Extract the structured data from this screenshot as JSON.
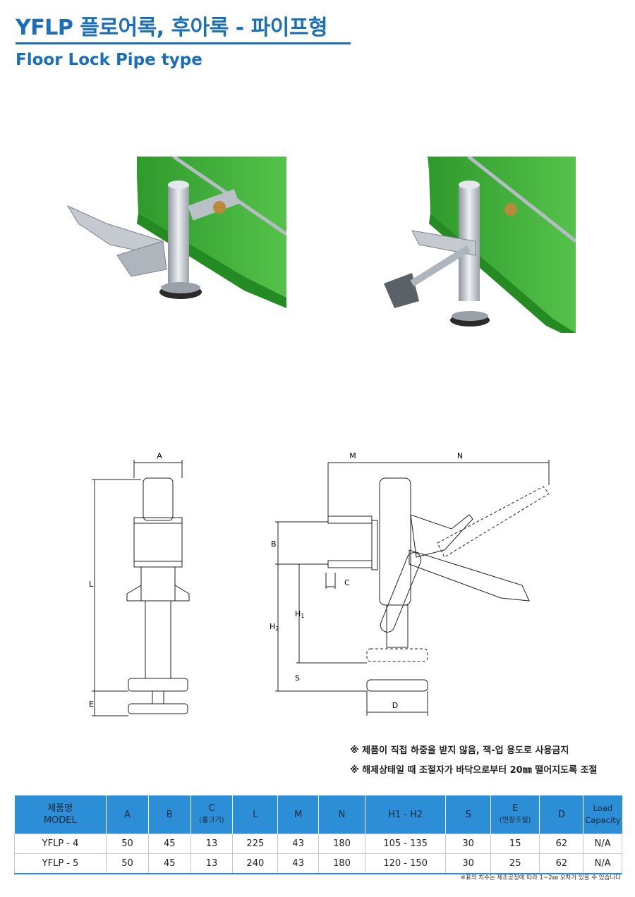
{
  "header": {
    "title": "YFLP 플로어록, 후아록 - 파이프형",
    "subtitle": "Floor Lock Pipe type"
  },
  "drawing": {
    "labels": {
      "A": "A",
      "L": "L",
      "E": "E",
      "M": "M",
      "N": "N",
      "B": "B",
      "C": "C",
      "H1": "H",
      "H1_sub": "1",
      "H2": "H",
      "H2_sub": "2",
      "S": "S",
      "D": "D"
    }
  },
  "notes": [
    "※ 제품이 직접 하중을 받지 않음, 잭-업 용도로 사용금지",
    "※ 해제상태일 때 조절자가 바닥으로부터 20㎜ 떨어지도록 조절"
  ],
  "table": {
    "headers": [
      {
        "main": "제품명",
        "sub": "MODEL"
      },
      {
        "main": "A",
        "sub": ""
      },
      {
        "main": "B",
        "sub": ""
      },
      {
        "main": "C",
        "sub": "(홀크기)"
      },
      {
        "main": "L",
        "sub": ""
      },
      {
        "main": "M",
        "sub": ""
      },
      {
        "main": "N",
        "sub": ""
      },
      {
        "main": "H1 - H2",
        "sub": ""
      },
      {
        "main": "S",
        "sub": ""
      },
      {
        "main": "E",
        "sub": "(연장조절)"
      },
      {
        "main": "D",
        "sub": ""
      },
      {
        "main": "Load Capacity",
        "sub": ""
      }
    ],
    "rows": [
      [
        "YFLP - 4",
        "50",
        "45",
        "13",
        "225",
        "43",
        "180",
        "105 - 135",
        "30",
        "15",
        "62",
        "N/A"
      ],
      [
        "YFLP - 5",
        "50",
        "45",
        "13",
        "240",
        "43",
        "180",
        "120 - 150",
        "30",
        "25",
        "62",
        "N/A"
      ]
    ]
  },
  "footnote": "※표의 치수는 제조공정에 따라 1~2㎜ 오차가 있을 수 있습니다",
  "colors": {
    "accent": "#1a6fb8",
    "table_header": "#2b8ed6",
    "pallet_green": "#3aa832",
    "metal": "#c9ced4"
  }
}
